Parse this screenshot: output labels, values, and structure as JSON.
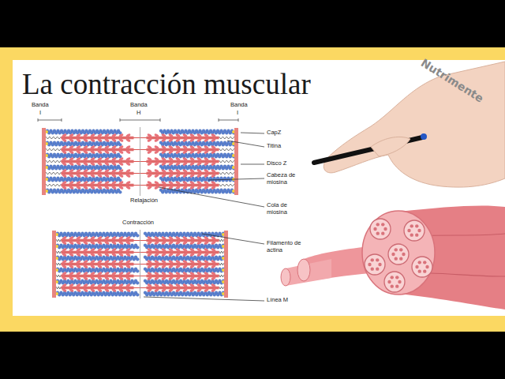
{
  "diagram": {
    "title": "La contracción muscular",
    "labels": [
      "Nutrimente",
      "Banda",
      "I",
      "Banda",
      "H",
      "Banda",
      "I",
      "CapZ",
      "Titina",
      "Disco Z",
      "Cabeza de miosina",
      "Relajación",
      "Cola de miosina",
      "Contracción",
      "Filamento de actina",
      "Línea M"
    ]
  }
}
